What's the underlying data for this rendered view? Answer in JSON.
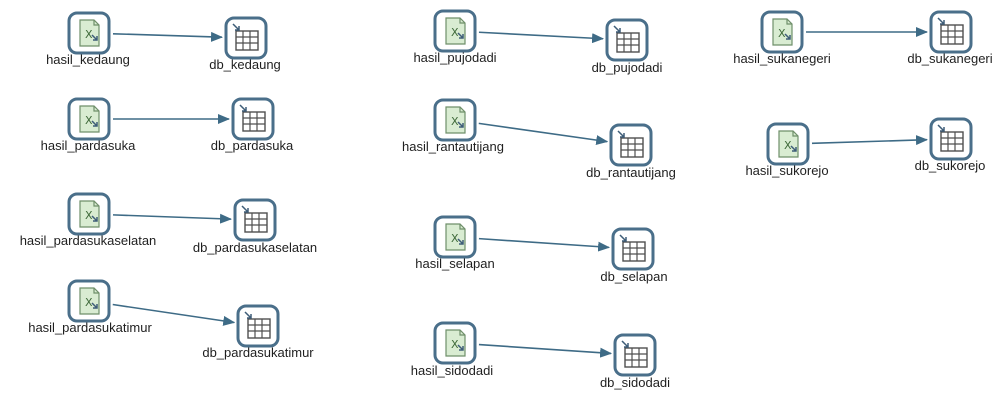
{
  "colors": {
    "icon_border": "#4a6f8a",
    "excel_fill": "#d9ecd2",
    "excel_stroke": "#6f8f6a",
    "table_fill": "#ffffff",
    "arrow": "#3e6b86",
    "label_text": "#1f1f1f"
  },
  "steps": {
    "in_kedaung": {
      "label": "hasil_kedaung",
      "icon": "excel-input-icon"
    },
    "out_kedaung": {
      "label": "db_kedaung",
      "icon": "table-output-icon"
    },
    "in_pardasuka": {
      "label": "hasil_pardasuka",
      "icon": "excel-input-icon"
    },
    "out_pardasuka": {
      "label": "db_pardasuka",
      "icon": "table-output-icon"
    },
    "in_pardasukaselatan": {
      "label": "hasil_pardasukaselatan",
      "icon": "excel-input-icon"
    },
    "out_pardasukaselatan": {
      "label": "db_pardasukaselatan",
      "icon": "table-output-icon"
    },
    "in_pardasukatimur": {
      "label": "hasil_pardasukatimur",
      "icon": "excel-input-icon"
    },
    "out_pardasukatimur": {
      "label": "db_pardasukatimur",
      "icon": "table-output-icon"
    },
    "in_pujodadi": {
      "label": "hasil_pujodadi",
      "icon": "excel-input-icon"
    },
    "out_pujodadi": {
      "label": "db_pujodadi",
      "icon": "table-output-icon"
    },
    "in_rantautijang": {
      "label": "hasil_rantautijang",
      "icon": "excel-input-icon"
    },
    "out_rantautijang": {
      "label": "db_rantautijang",
      "icon": "table-output-icon"
    },
    "in_selapan": {
      "label": "hasil_selapan",
      "icon": "excel-input-icon"
    },
    "out_selapan": {
      "label": "db_selapan",
      "icon": "table-output-icon"
    },
    "in_sidodadi": {
      "label": "hasil_sidodadi",
      "icon": "excel-input-icon"
    },
    "out_sidodadi": {
      "label": "db_sidodadi",
      "icon": "table-output-icon"
    },
    "in_sukanegeri": {
      "label": "hasil_sukanegeri",
      "icon": "excel-input-icon"
    },
    "out_sukanegeri": {
      "label": "db_sukanegeri",
      "icon": "table-output-icon"
    },
    "in_sukorejo": {
      "label": "hasil_sukorejo",
      "icon": "excel-input-icon"
    },
    "out_sukorejo": {
      "label": "db_sukorejo",
      "icon": "table-output-icon"
    }
  },
  "hops": [
    {
      "from": "in_kedaung",
      "to": "out_kedaung"
    },
    {
      "from": "in_pardasuka",
      "to": "out_pardasuka"
    },
    {
      "from": "in_pardasukaselatan",
      "to": "out_pardasukaselatan"
    },
    {
      "from": "in_pardasukatimur",
      "to": "out_pardasukatimur"
    },
    {
      "from": "in_pujodadi",
      "to": "out_pujodadi"
    },
    {
      "from": "in_rantautijang",
      "to": "out_rantautijang"
    },
    {
      "from": "in_selapan",
      "to": "out_selapan"
    },
    {
      "from": "in_sidodadi",
      "to": "out_sidodadi"
    },
    {
      "from": "in_sukanegeri",
      "to": "out_sukanegeri"
    },
    {
      "from": "in_sukorejo",
      "to": "out_sukorejo"
    }
  ]
}
